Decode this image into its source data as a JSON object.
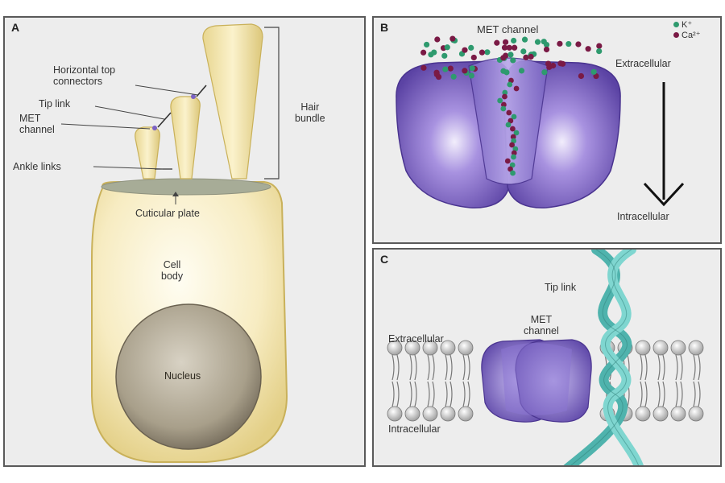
{
  "panel_a": {
    "letter": "A",
    "labels": {
      "horizontal_top_connectors": "Horizontal top\nconnectors",
      "tip_link": "Tip link",
      "met_channel": "MET\nchannel",
      "ankle_links": "Ankle links",
      "cuticular_plate": "Cuticular plate",
      "hair_bundle": "Hair\nbundle",
      "cell_body": "Cell\nbody",
      "nucleus": "Nucleus"
    }
  },
  "panel_b": {
    "letter": "B",
    "title": "MET channel",
    "extracellular": "Extracellular",
    "intracellular": "Intracellular",
    "legend": [
      {
        "label": "K⁺",
        "color": "#2e9a6e"
      },
      {
        "label": "Ca²⁺",
        "color": "#7a1a45"
      }
    ]
  },
  "panel_c": {
    "letter": "C",
    "tip_link": "Tip link",
    "met_channel": "MET\nchannel",
    "extracellular": "Extracellular",
    "intracellular": "Intracellular"
  },
  "colors": {
    "cell": "#f3e6b0",
    "stereocilia": "#eddc9a",
    "channel": "#7b62c4",
    "tip_link": "#6cc7c2",
    "potassium": "#2e9a6e",
    "calcium": "#7a1a45"
  }
}
